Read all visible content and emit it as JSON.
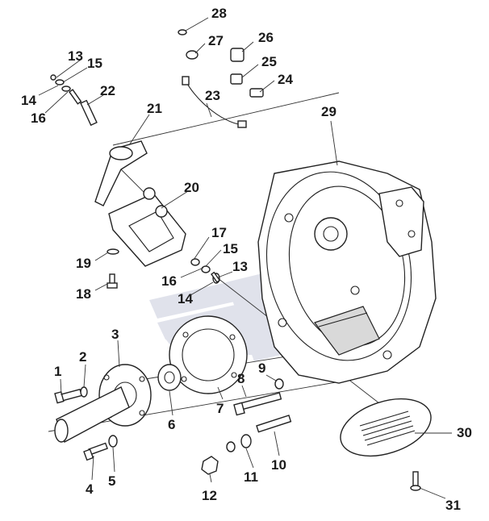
{
  "diagram": {
    "watermark_color": "#c8cbdc",
    "parts": [
      {
        "id": "p1",
        "label": "1"
      },
      {
        "id": "p2",
        "label": "2"
      },
      {
        "id": "p3",
        "label": "3"
      },
      {
        "id": "p4",
        "label": "4"
      },
      {
        "id": "p5",
        "label": "5"
      },
      {
        "id": "p6",
        "label": "6"
      },
      {
        "id": "p7",
        "label": "7"
      },
      {
        "id": "p8",
        "label": "8"
      },
      {
        "id": "p9",
        "label": "9"
      },
      {
        "id": "p10",
        "label": "10"
      },
      {
        "id": "p11",
        "label": "11"
      },
      {
        "id": "p12",
        "label": "12"
      },
      {
        "id": "p13a",
        "label": "13"
      },
      {
        "id": "p13b",
        "label": "13"
      },
      {
        "id": "p14a",
        "label": "14"
      },
      {
        "id": "p14b",
        "label": "14"
      },
      {
        "id": "p15a",
        "label": "15"
      },
      {
        "id": "p15b",
        "label": "15"
      },
      {
        "id": "p16a",
        "label": "16"
      },
      {
        "id": "p16b",
        "label": "16"
      },
      {
        "id": "p17",
        "label": "17"
      },
      {
        "id": "p18",
        "label": "18"
      },
      {
        "id": "p19",
        "label": "19"
      },
      {
        "id": "p20",
        "label": "20"
      },
      {
        "id": "p21",
        "label": "21"
      },
      {
        "id": "p22",
        "label": "22"
      },
      {
        "id": "p23",
        "label": "23"
      },
      {
        "id": "p24",
        "label": "24"
      },
      {
        "id": "p25",
        "label": "25"
      },
      {
        "id": "p26",
        "label": "26"
      },
      {
        "id": "p27",
        "label": "27"
      },
      {
        "id": "p28",
        "label": "28"
      },
      {
        "id": "p29",
        "label": "29"
      },
      {
        "id": "p30",
        "label": "30"
      },
      {
        "id": "p31",
        "label": "31"
      }
    ]
  }
}
